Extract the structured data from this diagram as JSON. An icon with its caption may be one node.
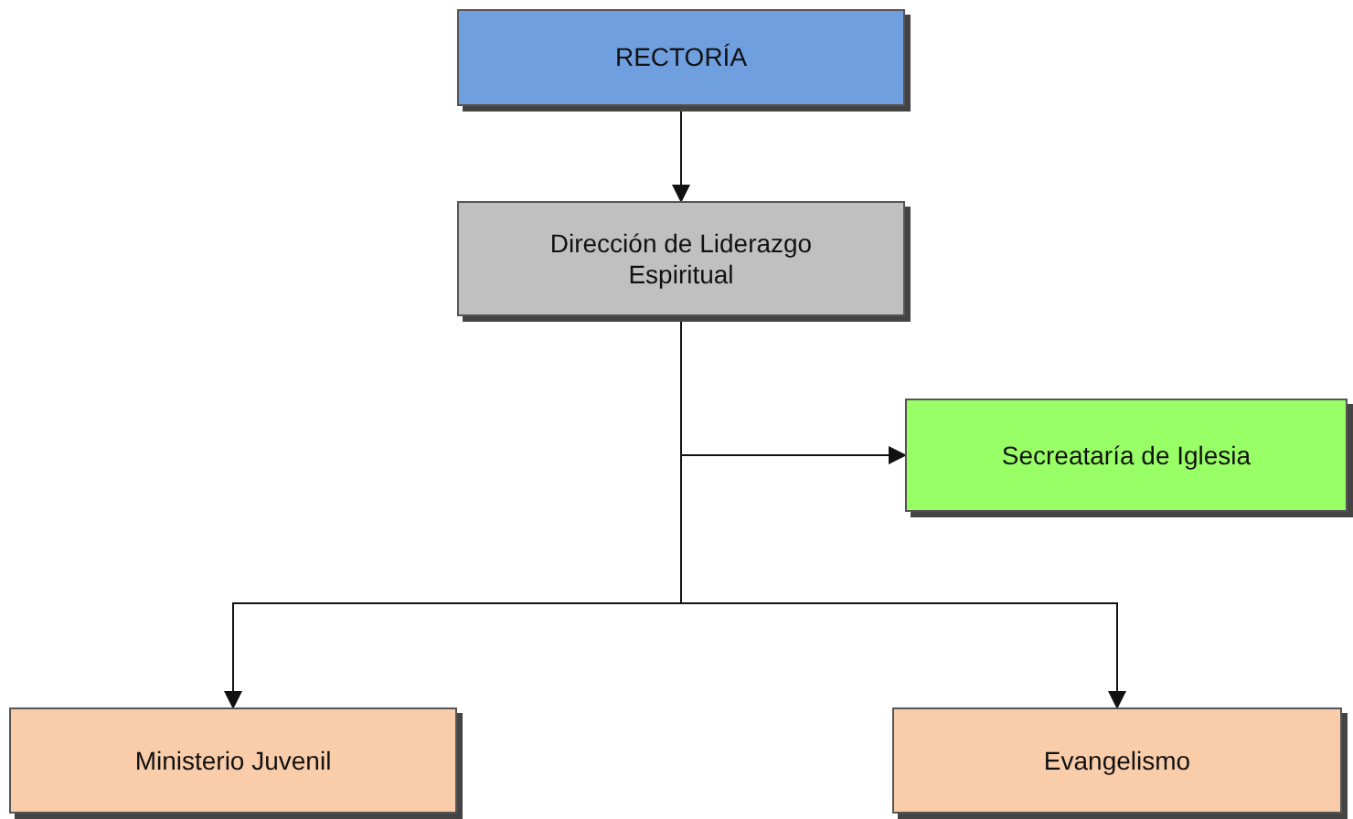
{
  "diagram": {
    "nodes": [
      {
        "text": [
          "RECTORÍA"
        ]
      },
      {
        "text": [
          "Dirección de Liderazgo Espiritual"
        ]
      },
      {
        "text": [
          "Secreataría de Iglesia"
        ]
      },
      {
        "text": [
          "Ministerio Juvenil"
        ]
      },
      {
        "text": [
          "Evangelismo"
        ]
      }
    ],
    "edges": [
      {
        "from": 0,
        "to": 1,
        "arrow": "to"
      },
      {
        "from": 1,
        "to": 2,
        "arrow": "to"
      },
      {
        "from": 1,
        "to": 3,
        "arrow": "to"
      },
      {
        "from": 1,
        "to": 4,
        "arrow": "to"
      }
    ]
  }
}
